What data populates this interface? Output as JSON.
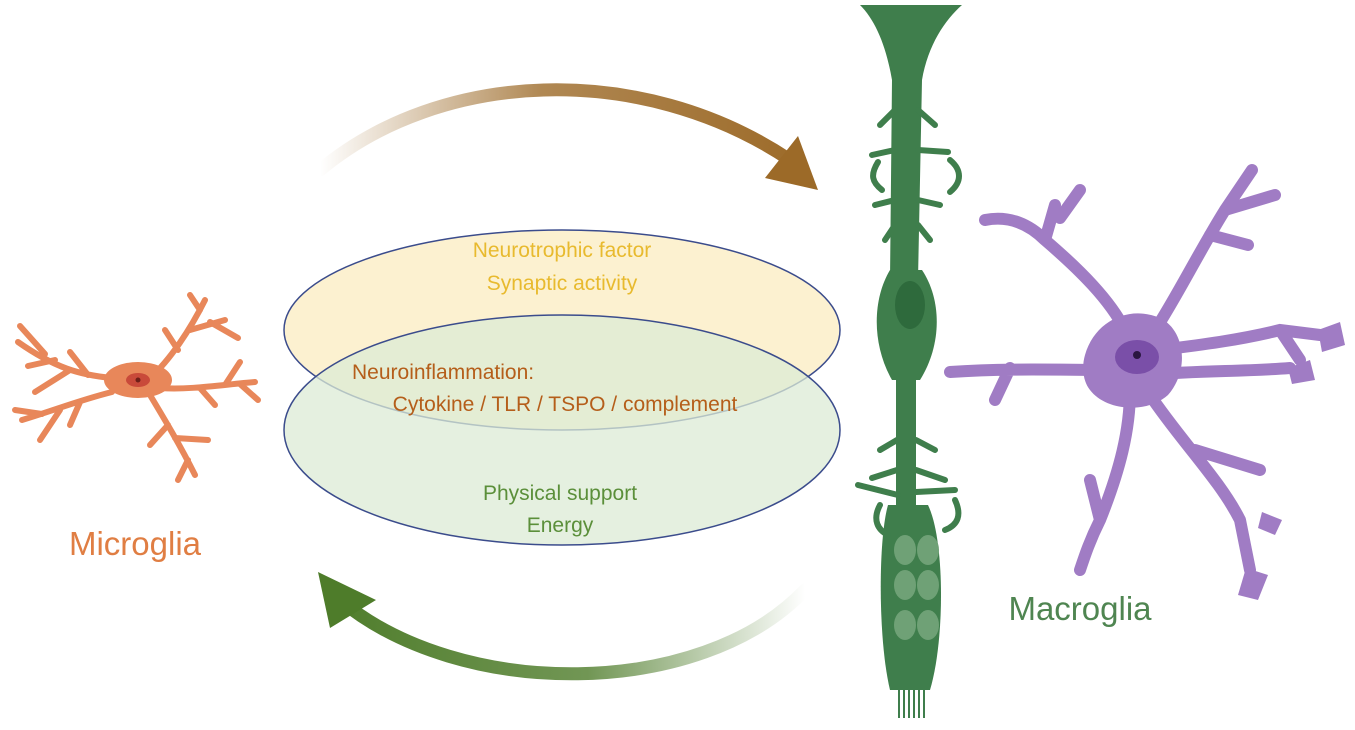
{
  "labels": {
    "microglia": "Microglia",
    "macroglia": "Macroglia"
  },
  "ellipses": {
    "top": {
      "line1": "Neurotrophic factor",
      "line2": "Synaptic activity"
    },
    "overlap": {
      "line1": "Neuroinflammation:",
      "line2": "Cytokine / TLR / TSPO / complement"
    },
    "bottom": {
      "line1": "Physical support",
      "line2": "Energy"
    }
  },
  "colors": {
    "microglia": "#E8875A",
    "microglia_text": "#E07E43",
    "macroglia_text": "#4F8551",
    "muller_cell": "#3F7E4C",
    "astrocyte": "#A07CC4",
    "astrocyte_nucleus": "#7A4FA8",
    "top_arrow": "#9C6A28",
    "bottom_arrow": "#4E7C2A",
    "top_ellipse_fill": "#FCEFCB",
    "bottom_ellipse_fill": "#DCEBD6",
    "ellipse_stroke": "#3B4C8C",
    "top_text": "#E8BA2E",
    "overlap_text": "#B55E1A",
    "bottom_text": "#5B8F3A"
  }
}
